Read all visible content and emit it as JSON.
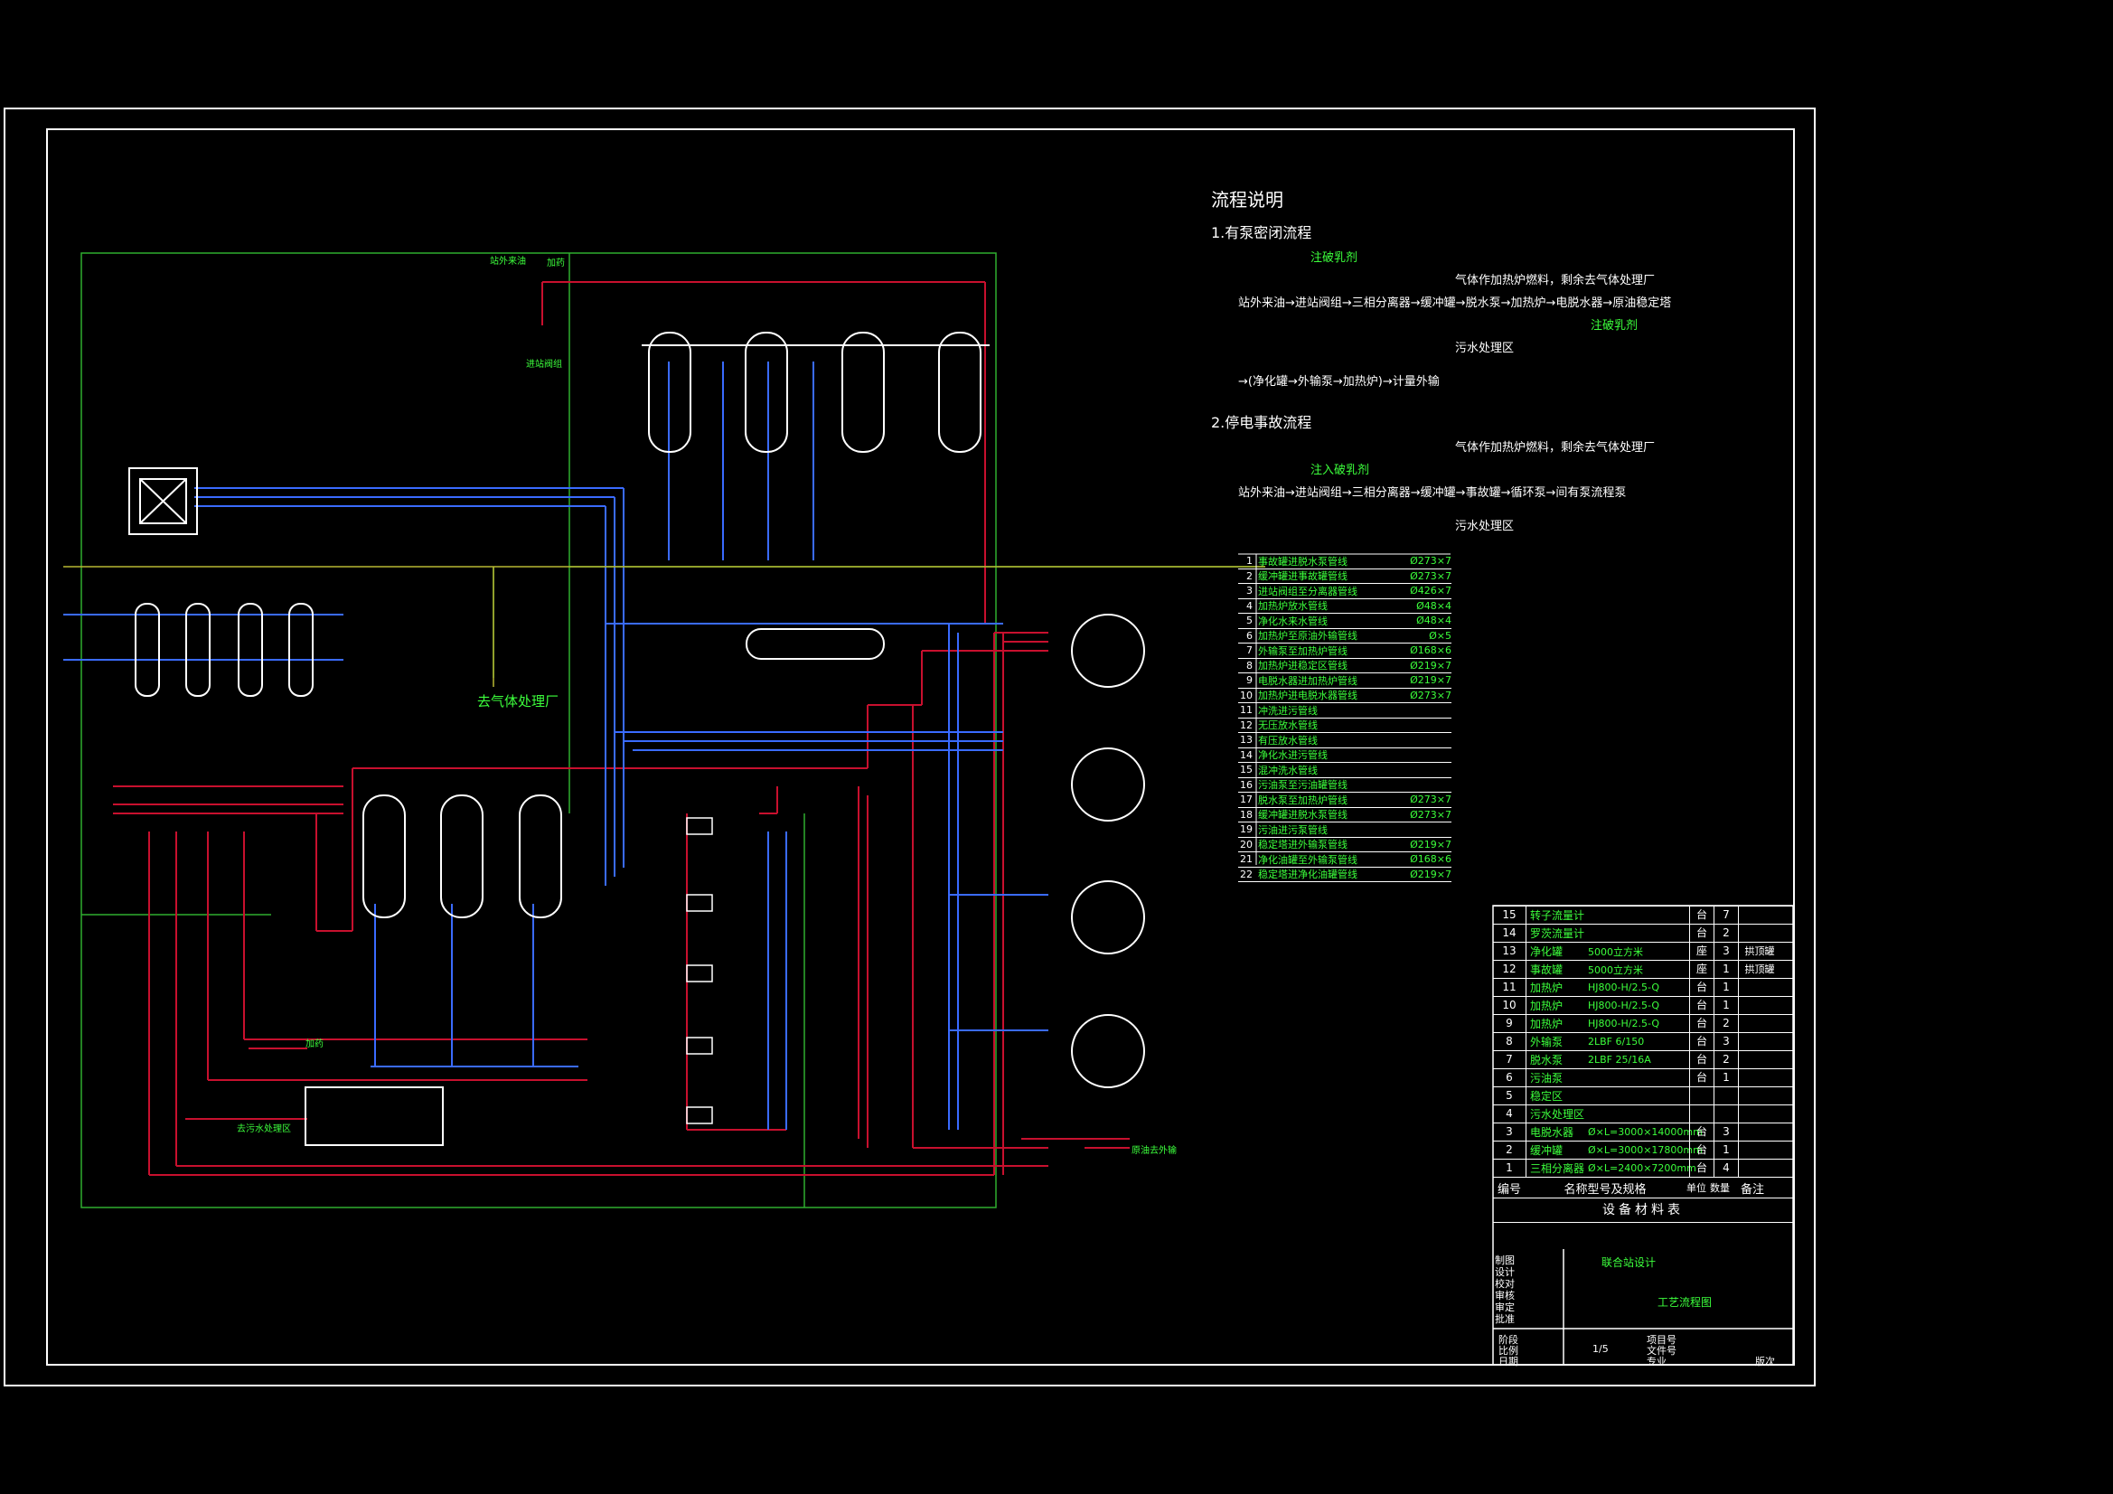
{
  "flow_notes": {
    "title": "流程说明",
    "section1": {
      "title": "1.有泵密闭流程",
      "inject_top": "注破乳剂",
      "line": "站外来油→进站阀组→三相分离器→缓冲罐→脱水泵→加热炉→电脱水器→原油稳定塔",
      "branch_gas": "气体作加热炉燃料，剩余去气体处理厂",
      "inject_right": "注破乳剂",
      "branch_water": "污水处理区",
      "sub_line": "→(净化罐→外输泵→加热炉)→计量外输"
    },
    "section2": {
      "title": "2.停电事故流程",
      "inject": "注入破乳剂",
      "line": "站外来油→进站阀组→三相分离器→缓冲罐→事故罐→循环泵→间有泵流程泵",
      "branch_gas": "气体作加热炉燃料，剩余去气体处理厂",
      "branch_water": "污水处理区"
    }
  },
  "pipe_lines": [
    {
      "no": "1",
      "name": "事故罐进脱水泵管线",
      "size": "Ø273×7"
    },
    {
      "no": "2",
      "name": "缓冲罐进事故罐管线",
      "size": "Ø273×7"
    },
    {
      "no": "3",
      "name": "进站阀组至分离器管线",
      "size": "Ø426×7"
    },
    {
      "no": "4",
      "name": "加热炉放水管线",
      "size": "Ø48×4"
    },
    {
      "no": "5",
      "name": "净化水来水管线",
      "size": "Ø48×4"
    },
    {
      "no": "6",
      "name": "加热炉至原油外输管线",
      "size": "Ø×5"
    },
    {
      "no": "7",
      "name": "外输泵至加热炉管线",
      "size": "Ø168×6"
    },
    {
      "no": "8",
      "name": "加热炉进稳定区管线",
      "size": "Ø219×7"
    },
    {
      "no": "9",
      "name": "电脱水器进加热炉管线",
      "size": "Ø219×7"
    },
    {
      "no": "10",
      "name": "加热炉进电脱水器管线",
      "size": "Ø273×7"
    },
    {
      "no": "11",
      "name": "冲洗进污管线",
      "size": ""
    },
    {
      "no": "12",
      "name": "无压放水管线",
      "size": ""
    },
    {
      "no": "13",
      "name": "有压放水管线",
      "size": ""
    },
    {
      "no": "14",
      "name": "净化水进污管线",
      "size": ""
    },
    {
      "no": "15",
      "name": "混冲洗水管线",
      "size": ""
    },
    {
      "no": "16",
      "name": "污油泵至污油罐管线",
      "size": ""
    },
    {
      "no": "17",
      "name": "脱水泵至加热炉管线",
      "size": "Ø273×7"
    },
    {
      "no": "18",
      "name": "缓冲罐进脱水泵管线",
      "size": "Ø273×7"
    },
    {
      "no": "19",
      "name": "污油进污泵管线",
      "size": ""
    },
    {
      "no": "20",
      "name": "稳定塔进外输泵管线",
      "size": "Ø219×7"
    },
    {
      "no": "21",
      "name": "净化油罐至外输泵管线",
      "size": "Ø168×6"
    },
    {
      "no": "22",
      "name": "稳定塔进净化油罐管线",
      "size": "Ø219×7"
    }
  ],
  "equipment": {
    "rows": [
      {
        "no": "15",
        "name": "转子流量计",
        "spec": "",
        "unit": "台",
        "qty": "7",
        "remark": ""
      },
      {
        "no": "14",
        "name": "罗茨流量计",
        "spec": "",
        "unit": "台",
        "qty": "2",
        "remark": ""
      },
      {
        "no": "13",
        "name": "净化罐",
        "spec": "5000立方米",
        "unit": "座",
        "qty": "3",
        "remark": "拱顶罐"
      },
      {
        "no": "12",
        "name": "事故罐",
        "spec": "5000立方米",
        "unit": "座",
        "qty": "1",
        "remark": "拱顶罐"
      },
      {
        "no": "11",
        "name": "加热炉",
        "spec": "HJ800-H/2.5-Q",
        "unit": "台",
        "qty": "1",
        "remark": ""
      },
      {
        "no": "10",
        "name": "加热炉",
        "spec": "HJ800-H/2.5-Q",
        "unit": "台",
        "qty": "1",
        "remark": ""
      },
      {
        "no": "9",
        "name": "加热炉",
        "spec": "HJ800-H/2.5-Q",
        "unit": "台",
        "qty": "2",
        "remark": ""
      },
      {
        "no": "8",
        "name": "外输泵",
        "spec": "2LBF 6/150",
        "unit": "台",
        "qty": "3",
        "remark": ""
      },
      {
        "no": "7",
        "name": "脱水泵",
        "spec": "2LBF 25/16A",
        "unit": "台",
        "qty": "2",
        "remark": ""
      },
      {
        "no": "6",
        "name": "污油泵",
        "spec": "",
        "unit": "台",
        "qty": "1",
        "remark": ""
      },
      {
        "no": "5",
        "name": "稳定区",
        "spec": "",
        "unit": "",
        "qty": "",
        "remark": ""
      },
      {
        "no": "4",
        "name": "污水处理区",
        "spec": "",
        "unit": "",
        "qty": "",
        "remark": ""
      },
      {
        "no": "3",
        "name": "电脱水器",
        "spec": "Ø×L=3000×14000mm",
        "unit": "台",
        "qty": "3",
        "remark": ""
      },
      {
        "no": "2",
        "name": "缓冲罐",
        "spec": "Ø×L=3000×17800mm",
        "unit": "台",
        "qty": "1",
        "remark": ""
      },
      {
        "no": "1",
        "name": "三相分离器",
        "spec": "Ø×L=2400×7200mm",
        "unit": "台",
        "qty": "4",
        "remark": ""
      }
    ],
    "head": {
      "no": "编号",
      "name": "名称型号及规格",
      "unit": "单位",
      "qty": "数量",
      "remark": "备注"
    },
    "caption": "设备材料表"
  },
  "title_block": {
    "roles": [
      "制图",
      "设计",
      "校对",
      "审核",
      "审定",
      "批准"
    ],
    "project": "联合站设计",
    "drawing": "工艺流程图",
    "fields": [
      "阶段",
      "比例",
      "日期",
      "项目号",
      "文件号",
      "专业",
      "版次"
    ],
    "scale_value": "1/5"
  },
  "diagram_labels": {
    "gas_plant": "去气体处理厂",
    "station_inflow": "站外来油",
    "to_valves": "进站阀组",
    "dosing": "加药",
    "sewage": "去污水处理区",
    "export": "原油去外输",
    "inlet_label_top": "加药"
  },
  "colors": {
    "bg": "#000000",
    "frame": "#ffffff",
    "pipe_red": "#c8102e",
    "pipe_blue": "#3a6bff",
    "pipe_green": "#2fae2f",
    "text_green": "#3cff3c"
  }
}
